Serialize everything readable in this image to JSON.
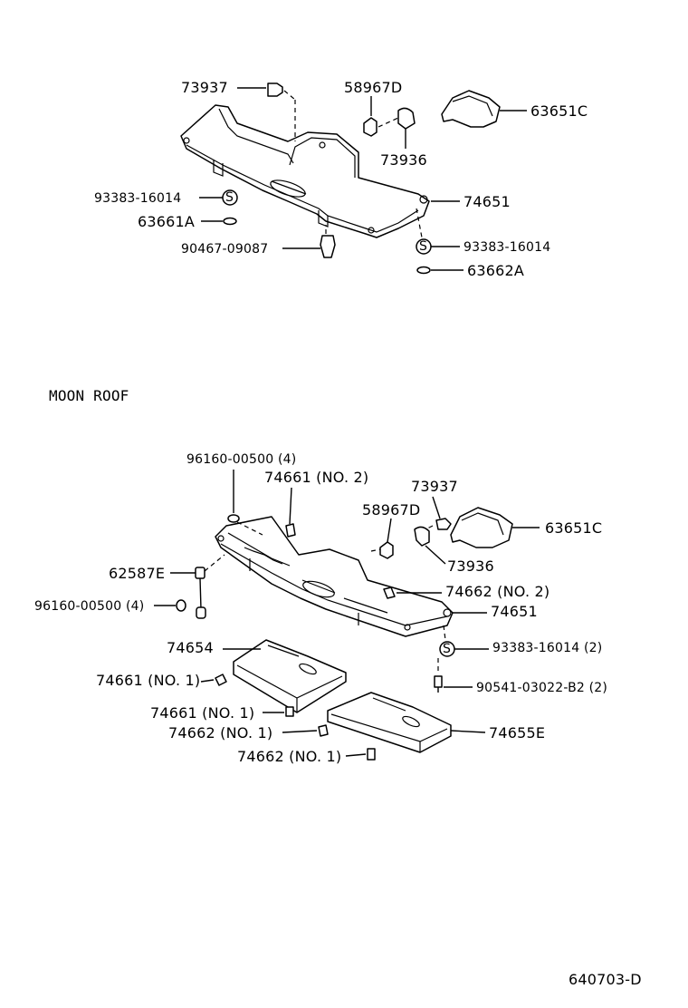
{
  "section_title": "MOON ROOF",
  "figure_code": "640703-D",
  "top_labels": {
    "l73937": "73937",
    "l58967d": "58967D",
    "l63651c": "63651C",
    "l73936": "73936",
    "l93383a": "93383-16014",
    "l74651": "74651",
    "l63661a": "63661A",
    "l93383b": "93383-16014",
    "l90467": "90467-09087",
    "l63662a": "63662A"
  },
  "bottom_labels": {
    "l96160a": "96160-00500 (4)",
    "l74661n2": "74661 (NO. 2)",
    "l73937": "73937",
    "l58967d": "58967D",
    "l63651c": "63651C",
    "l62587e": "62587E",
    "l73936": "73936",
    "l74662n2": "74662 (NO. 2)",
    "l96160b": "96160-00500 (4)",
    "l74651": "74651",
    "l74654": "74654",
    "l93383": "93383-16014 (2)",
    "l74661n1a": "74661 (NO. 1)",
    "l90541": "90541-03022-B2 (2)",
    "l74661n1b": "74661 (NO. 1)",
    "l74655e": "74655E",
    "l74662n1a": "74662 (NO. 1)",
    "l74662n1b": "74662 (NO. 1)"
  },
  "symbols": {
    "s": "S"
  }
}
